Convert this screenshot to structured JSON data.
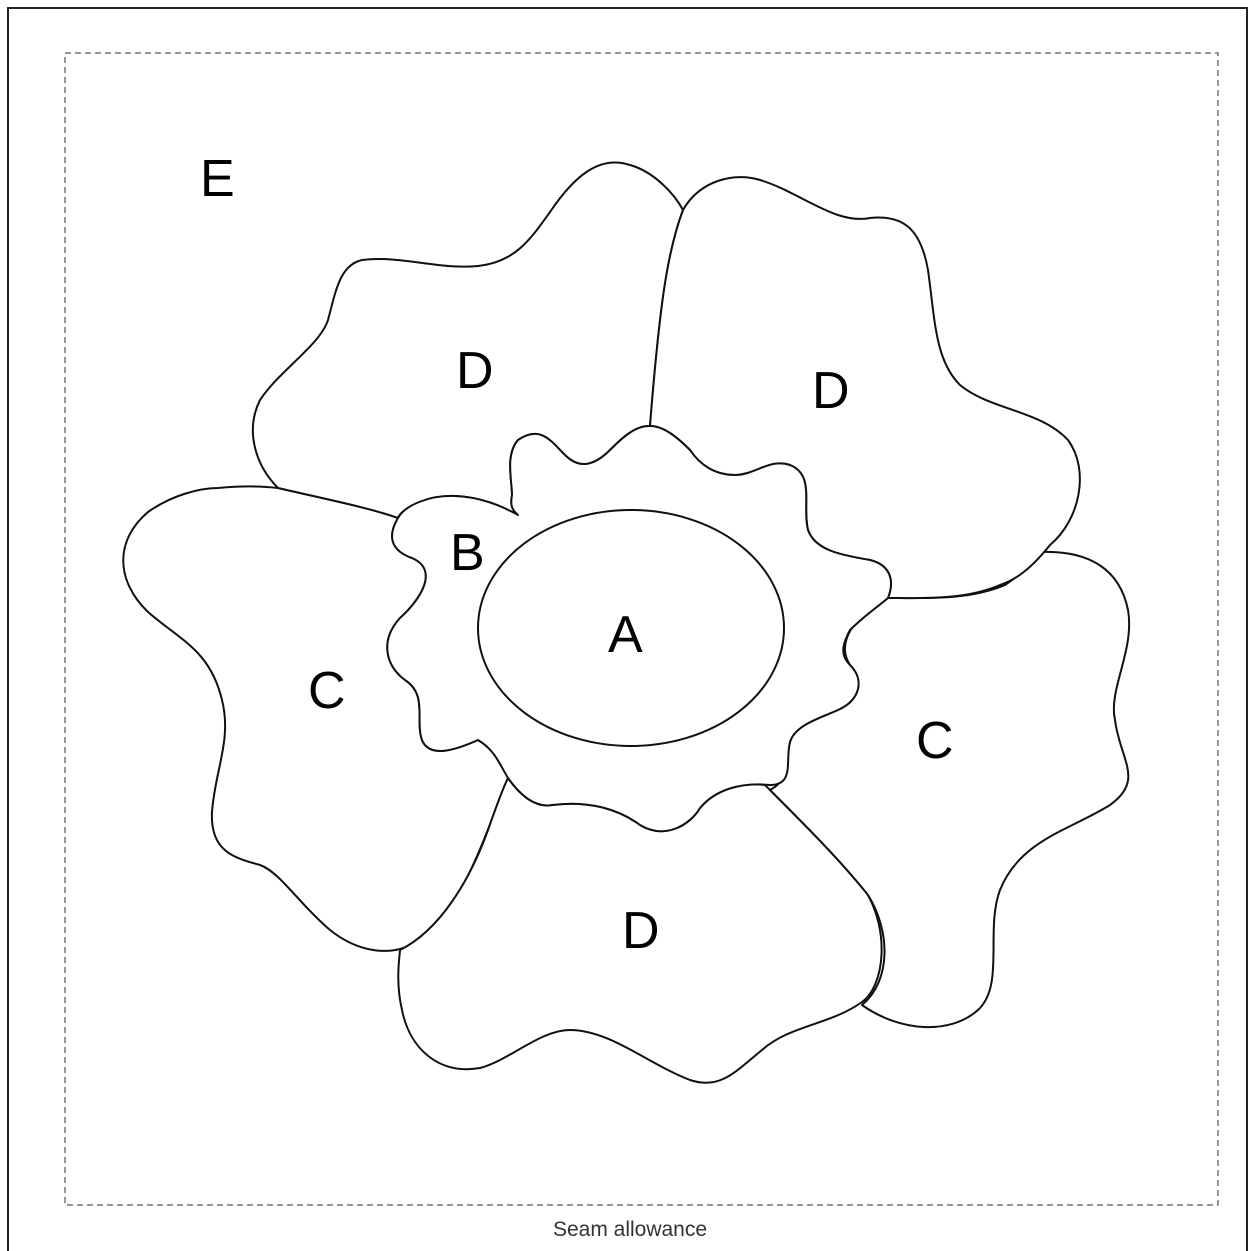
{
  "labels": {
    "background": "E",
    "center": "A",
    "ring": "B",
    "petal_top_left": "D",
    "petal_top_right": "D",
    "petal_bottom": "D",
    "petal_left": "C",
    "petal_right": "C"
  },
  "seam_allowance_label": "Seam allowance"
}
